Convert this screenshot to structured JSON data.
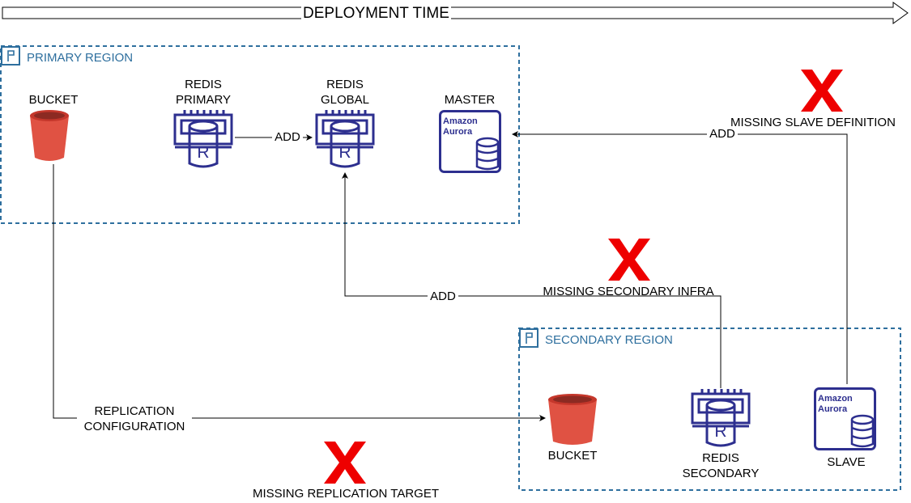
{
  "header": {
    "title": "DEPLOYMENT TIME"
  },
  "regions": {
    "primary": {
      "label": "PRIMARY REGION"
    },
    "secondary": {
      "label": "SECONDARY REGION"
    }
  },
  "nodes": {
    "primary_bucket": {
      "label": "BUCKET",
      "icon": "s3-bucket-icon"
    },
    "redis_primary": {
      "label_line1": "REDIS",
      "label_line2": "PRIMARY",
      "icon": "elasticache-redis-icon"
    },
    "redis_global": {
      "label_line1": "REDIS",
      "label_line2": "GLOBAL",
      "icon": "elasticache-redis-icon"
    },
    "master": {
      "label": "MASTER",
      "icon": "amazon-aurora-icon",
      "icon_text_line1": "Amazon",
      "icon_text_line2": "Aurora"
    },
    "secondary_bucket": {
      "label": "BUCKET",
      "icon": "s3-bucket-icon"
    },
    "redis_secondary": {
      "label_line1": "REDIS",
      "label_line2": "SECONDARY",
      "icon": "elasticache-redis-icon"
    },
    "slave": {
      "label": "SLAVE",
      "icon": "amazon-aurora-icon",
      "icon_text_line1": "Amazon",
      "icon_text_line2": "Aurora"
    }
  },
  "edges": {
    "primary_to_global": {
      "label": "ADD"
    },
    "secondary_to_global": {
      "label": "ADD"
    },
    "slave_to_master": {
      "label": "ADD"
    },
    "replication": {
      "label_line1": "REPLICATION",
      "label_line2": "CONFIGURATION"
    }
  },
  "warnings": {
    "slave_definition": {
      "label": "MISSING SLAVE DEFINITION"
    },
    "secondary_infra": {
      "label": "MISSING SECONDARY INFRA"
    },
    "replication_target": {
      "label": "MISSING REPLICATION TARGET"
    }
  },
  "colors": {
    "region_border": "#2e6f9e",
    "bucket_fill": "#e05243",
    "icon_stroke": "#2d2f8f",
    "warning_x": "#ee0000",
    "line": "#000000"
  }
}
